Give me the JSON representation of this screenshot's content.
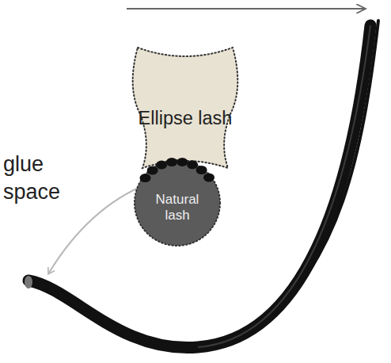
{
  "diagram": {
    "nodes": [
      {
        "text": [
          "Ellipse lash"
        ]
      },
      {
        "text": [
          "Natural lash"
        ]
      }
    ],
    "labels": [
      "glue space"
    ]
  }
}
